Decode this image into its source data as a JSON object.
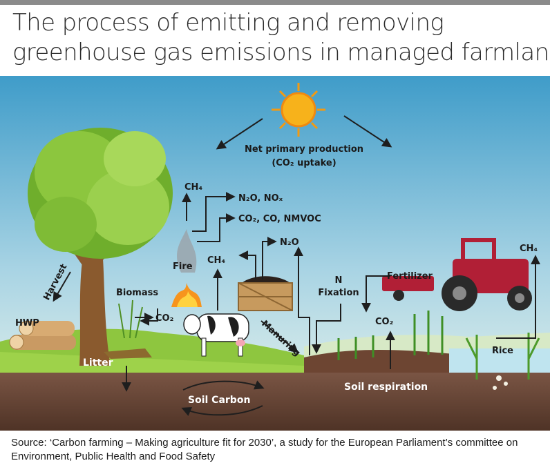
{
  "title": {
    "line1": "The process of emitting and removing",
    "line2": "greenhouse gas emissions in managed farmland"
  },
  "labels": {
    "npp_line1": "Net primary production",
    "npp_line2": "(CO₂ uptake)",
    "ch4_fire": "CH₄",
    "n2o_nox": "N₂O, NOₓ",
    "co2_co_nmvoc": "CO₂, CO, NMVOC",
    "fire": "Fire",
    "ch4_cow": "CH₄",
    "n2o_manure": "N₂O",
    "n_fixation_line1": "N",
    "n_fixation_line2": "Fixation",
    "fertilizer": "Fertilizer",
    "ch4_rice": "CH₄",
    "harvest": "Harvest",
    "hwp": "HWP",
    "biomass": "Biomass",
    "co2_biomass": "CO₂",
    "manuring": "Manuring",
    "co2_soil": "CO₂",
    "rice": "Rice",
    "litter": "Litter",
    "soil_carbon": "Soil Carbon",
    "soil_respiration": "Soil respiration"
  },
  "source": "Source: ‘Carbon farming – Making agriculture fit for 2030’, a study for the European Parliament’s committee on Environment, Public Health and Food Safety",
  "colors": {
    "sky_top": "#3f9cc9",
    "sky_bottom": "#e4f1e6",
    "grass": "#8ec63f",
    "soil": "#6b4a3a",
    "sun": "#f7b21b",
    "tractor": "#b11f36",
    "water": "#bfe4ef"
  }
}
